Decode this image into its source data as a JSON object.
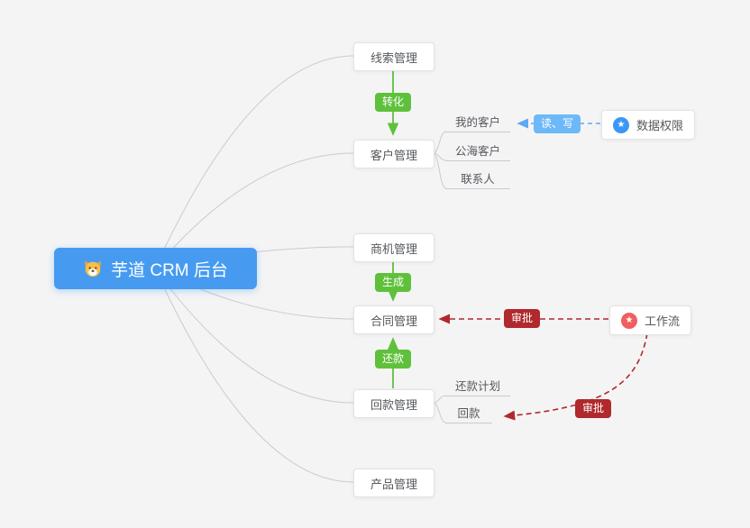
{
  "center_node": {
    "label": "芋道 CRM 后台",
    "icon": "shiba-dog-logo",
    "bg_color": "#469bf0"
  },
  "modules": [
    {
      "label": "线索管理"
    },
    {
      "label": "客户管理"
    },
    {
      "label": "商机管理"
    },
    {
      "label": "合同管理"
    },
    {
      "label": "回款管理"
    },
    {
      "label": "产品管理"
    }
  ],
  "customer_children": [
    {
      "label": "我的客户"
    },
    {
      "label": "公海客户"
    },
    {
      "label": "联系人"
    }
  ],
  "receivable_children": [
    {
      "label": "还款计划"
    },
    {
      "label": "回款"
    }
  ],
  "badges": {
    "convert": {
      "label": "转化",
      "color": "#5fc13b"
    },
    "generate": {
      "label": "生成",
      "color": "#5fc13b"
    },
    "repay": {
      "label": "还款",
      "color": "#5fc13b"
    },
    "read_write": {
      "label": "读、写",
      "color": "#6db9f8"
    },
    "approve_contract": {
      "label": "审批",
      "color": "#b0292c"
    },
    "approve_receivable": {
      "label": "审批",
      "color": "#b0292c"
    }
  },
  "side_nodes": {
    "data_permission": {
      "label": "数据权限",
      "icon": "star-icon",
      "icon_color": "#3b97f7"
    },
    "workflow": {
      "label": "工作流",
      "icon": "star-icon",
      "icon_color": "#f05f5f"
    }
  },
  "colors": {
    "background": "#f4f4f5",
    "edge_gray": "#c9cbce",
    "edge_green": "#5fc13b",
    "edge_red_dashed": "#b0292c",
    "edge_blue_dashed": "#5da9f2"
  }
}
